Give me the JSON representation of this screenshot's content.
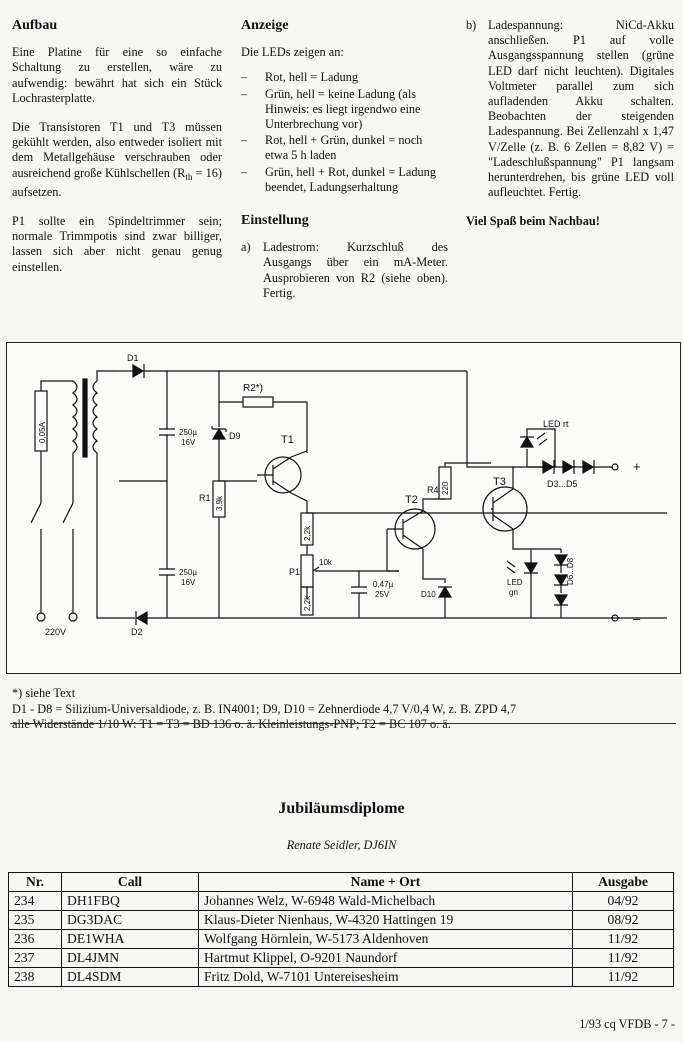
{
  "col1": {
    "heading": "Aufbau",
    "p1": "Eine Platine für eine so einfache Schaltung zu erstellen, wäre zu aufwendig: bewährt hat sich ein Stück Lochrasterplatte.",
    "p2_before": "Die Transistoren T1 und T3 müssen gekühlt werden, also entweder isoliert mit dem Metallgehäuse verschrauben oder ausreichend große Kühlschellen (R",
    "p2_sub": "th",
    "p2_after": " = 16) aufsetzen.",
    "p3": "P1 sollte ein Spindeltrimmer sein; normale Trimmpotis sind zwar billiger, lassen sich aber nicht genau genug einstellen."
  },
  "col2": {
    "heading": "Anzeige",
    "intro": "Die LEDs zeigen an:",
    "dash": "–",
    "items": [
      "Rot, hell = Ladung",
      "Grün, hell = keine Ladung (als Hinweis: es liegt irgendwo eine Unterbrechung vor)",
      "Rot, hell + Grün, dunkel = noch etwa 5 h laden",
      "Grün, hell + Rot, dunkel = Ladung beendet, Ladungserhaltung"
    ],
    "heading2": "Einstellung",
    "a_mark": "a)",
    "a_text": "Ladestrom: Kurzschluß des Ausgangs über ein mA-Meter. Ausprobieren von R2 (siehe oben). Fertig."
  },
  "col3": {
    "b_mark": "b)",
    "b_text": "Ladespannung: NiCd-Akku anschließen. P1 auf volle Ausgangsspannung stellen (grüne LED darf nicht leuchten). Digitales Voltmeter parallel zum sich aufladenden Akku schalten. Beobachten der steigenden Ladespannung. Bei Zellenzahl x 1,47 V/Zelle (z. B. 6 Zellen = 8,82 V) = \"Ladeschlußspannung\" P1 langsam herunterdrehen, bis grüne LED voll aufleuchtet. Fertig.",
    "closing": "Viel Spaß beim Nachbau!"
  },
  "schematic": {
    "fuse": "0,05A",
    "mains": "220V",
    "d1": "D1",
    "d2": "D2",
    "d9": "D9",
    "d10": "D10",
    "c1": "250µ",
    "c1v": "16V",
    "c2": "250µ",
    "c2v": "16V",
    "r1": "R1",
    "r1v": "3,9k",
    "r2": "R2*)",
    "r3v": "2,2k",
    "r4": "R4",
    "r4v": "220",
    "r5v": "2,2k",
    "p1": "P1",
    "p1v": "10k",
    "c3": "0,47µ",
    "c3v": "25V",
    "t1": "T1",
    "t2": "T2",
    "t3": "T3",
    "ledrt": "LED rt",
    "ledgn1": "LED",
    "ledgn2": "gn",
    "d3d5": "D3...D5",
    "d6d8": "D6...D8",
    "plus": "+",
    "minus": "–"
  },
  "notes": {
    "line1": "*) siehe Text",
    "line2": "D1 - D8 = Silizium-Universaldiode, z. B. IN4001; D9, D10 = Zehnerdiode 4,7 V/0,4 W, z. B. ZPD 4,7",
    "line3": "alle Widerstände 1/10 W: T1 = T3 = BD 136 o. ä. Kleinleistungs-PNP; T2 = BC 107 o. ä."
  },
  "diplome": {
    "title": "Jubiläumsdiplome",
    "author": "Renate Seidler, DJ6IN",
    "headers": [
      "Nr.",
      "Call",
      "Name + Ort",
      "Ausgabe"
    ],
    "rows": [
      [
        "234",
        "DH1FBQ",
        "Johannes Welz, W-6948 Wald-Michelbach",
        "04/92"
      ],
      [
        "235",
        "DG3DAC",
        "Klaus-Dieter Nienhaus, W-4320 Hattingen 19",
        "08/92"
      ],
      [
        "236",
        "DE1WHA",
        "Wolfgang Hörnlein, W-5173 Aldenhoven",
        "11/92"
      ],
      [
        "237",
        "DL4JMN",
        "Hartmut Klippel, O-9201 Naundorf",
        "11/92"
      ],
      [
        "238",
        "DL4SDM",
        "Fritz Dold, W-7101 Untereisesheim",
        "11/92"
      ]
    ]
  },
  "footer": "1/93 cq VFDB - 7 -"
}
